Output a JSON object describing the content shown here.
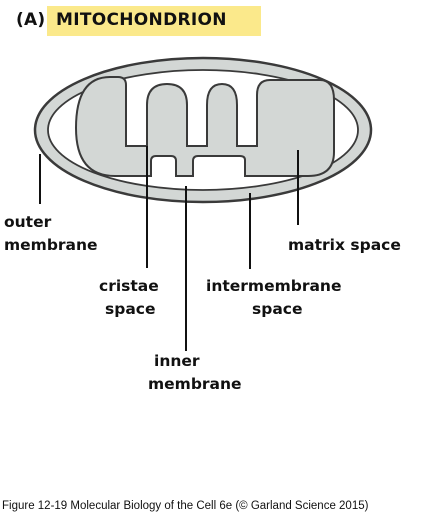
{
  "header": {
    "panel": "(A)",
    "title": "MITOCHONDRION"
  },
  "labels": {
    "outer_membrane": [
      "outer",
      "membrane"
    ],
    "cristae_space": [
      "cristae",
      "space"
    ],
    "inner_membrane": [
      "inner",
      "membrane"
    ],
    "intermembrane_space": [
      "intermembrane",
      "space"
    ],
    "matrix_space": [
      "matrix space"
    ]
  },
  "caption": "Figure 12-19  Molecular Biology of the Cell 6e (© Garland Science 2015)",
  "colors": {
    "title_highlight": "#fbe98b",
    "membrane_fill": "#d3d7d5",
    "intermembrane_fill": "#ffffff",
    "stroke": "#3a3a3a",
    "leader": "#111111"
  }
}
